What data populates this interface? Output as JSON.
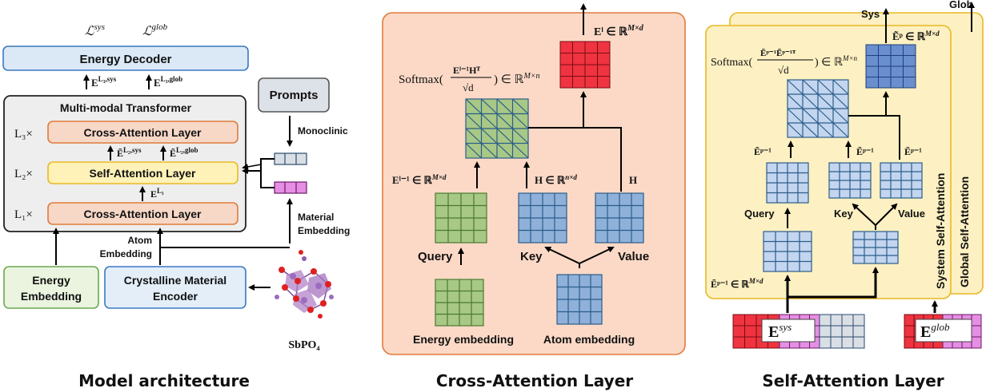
{
  "colors": {
    "decoder_fill": "#dbe9f7",
    "decoder_stroke": "#3b78c2",
    "transformer_fill": "#eeeeee",
    "cross_fill": "#f7d8c7",
    "cross_stroke": "#e07b3c",
    "self_fill": "#fff2b8",
    "self_stroke": "#e8b923",
    "energy_fill": "#eaf4df",
    "energy_stroke": "#6aa84f",
    "encoder_fill": "#e3eef9",
    "prompts_fill": "#dde1e8",
    "panel_cross_bg": "#fbd9c6",
    "panel_self_bg": "#fdf0c2",
    "grid_green": "#a8c886",
    "grid_blue": "#8fb1d9",
    "grid_red": "#ef3340",
    "grid_light_blue": "#c3d5ef",
    "grid_pink": "#e58ee3",
    "grid_gray": "#dadfe6"
  },
  "architecture": {
    "loss_sys": "ℒ",
    "loss_sys_sup": "sys",
    "loss_glob": "ℒ",
    "loss_glob_sup": "glob",
    "energy_decoder": "Energy Decoder",
    "e_l3_sys": "E",
    "e_l3_sys_sup": "L₃,sys",
    "e_l3_glob": "E",
    "e_l3_glob_sup": "L₃,glob",
    "transformer_title": "Multi-modal Transformer",
    "l3": "L₃×",
    "l2": "L₂×",
    "l1": "L₁×",
    "cross_attention_top": "Cross-Attention Layer",
    "self_attention": "Self-Attention Layer",
    "cross_attention_bottom": "Cross-Attention Layer",
    "e_l2_sys": "Ẽ",
    "e_l2_sys_sup": "L₂,sys",
    "e_l2_glob": "Ẽ",
    "e_l2_glob_sup": "L₂,glob",
    "e_l1": "E",
    "e_l1_sup": "L₁",
    "prompts": "Prompts",
    "monoclinic": "Monoclinic",
    "material_embedding_1": "Material",
    "material_embedding_2": "Embedding",
    "atom_embedding_1": "Atom",
    "atom_embedding_2": "Embedding",
    "energy_embedding_1": "Energy",
    "energy_embedding_2": "Embedding",
    "encoder_1": "Crystalline Material",
    "encoder_2": "Encoder",
    "compound": "SbPO₄",
    "caption": "Model architecture"
  },
  "cross_panel": {
    "el_output": "Eˡ ∈ ℝ",
    "el_output_sup": "M×d",
    "softmax": "Softmax(",
    "softmax_num": "Eˡ⁻¹Hᵀ",
    "softmax_den": "√d",
    "softmax_tail": ") ∈ ℝ",
    "softmax_sup": "M×n",
    "el1": "Eˡ⁻¹ ∈ ℝ",
    "el1_sup": "M×d",
    "h_key": "H ∈ ℝ",
    "h_key_sup": "n×d",
    "h_value": "H",
    "query": "Query",
    "key": "Key",
    "value": "Value",
    "energy_embedding": "Energy embedding",
    "atom_embedding": "Atom embedding",
    "caption": "Cross-Attention Layer"
  },
  "self_panel": {
    "sys": "Sys",
    "glob": "Glob",
    "ep_output": "Ẽᵖ ∈ ℝ",
    "ep_output_sup": "M×d",
    "softmax": "Softmax(",
    "softmax_num": "Ẽᵖ⁻¹Ẽᵖ⁻¹ᵀ",
    "softmax_den": "√d",
    "softmax_tail": ") ∈ ℝ",
    "softmax_sup": "M×n",
    "ep1_q": "Ẽᵖ⁻¹",
    "ep1_k": "Ẽᵖ⁻¹",
    "ep1_v": "Ẽᵖ⁻¹",
    "query": "Query",
    "key": "Key",
    "value": "Value",
    "ep1_input": "Ẽᵖ⁻¹ ∈ ℝ",
    "ep1_input_sup": "M×d",
    "system_self_attention": "System Self-Attention",
    "global_self_attention": "Global Self-Attention",
    "e_sys": "E",
    "e_sys_sup": "sys",
    "e_glob": "E",
    "e_glob_sup": "glob",
    "caption": "Self-Attention Layer"
  }
}
